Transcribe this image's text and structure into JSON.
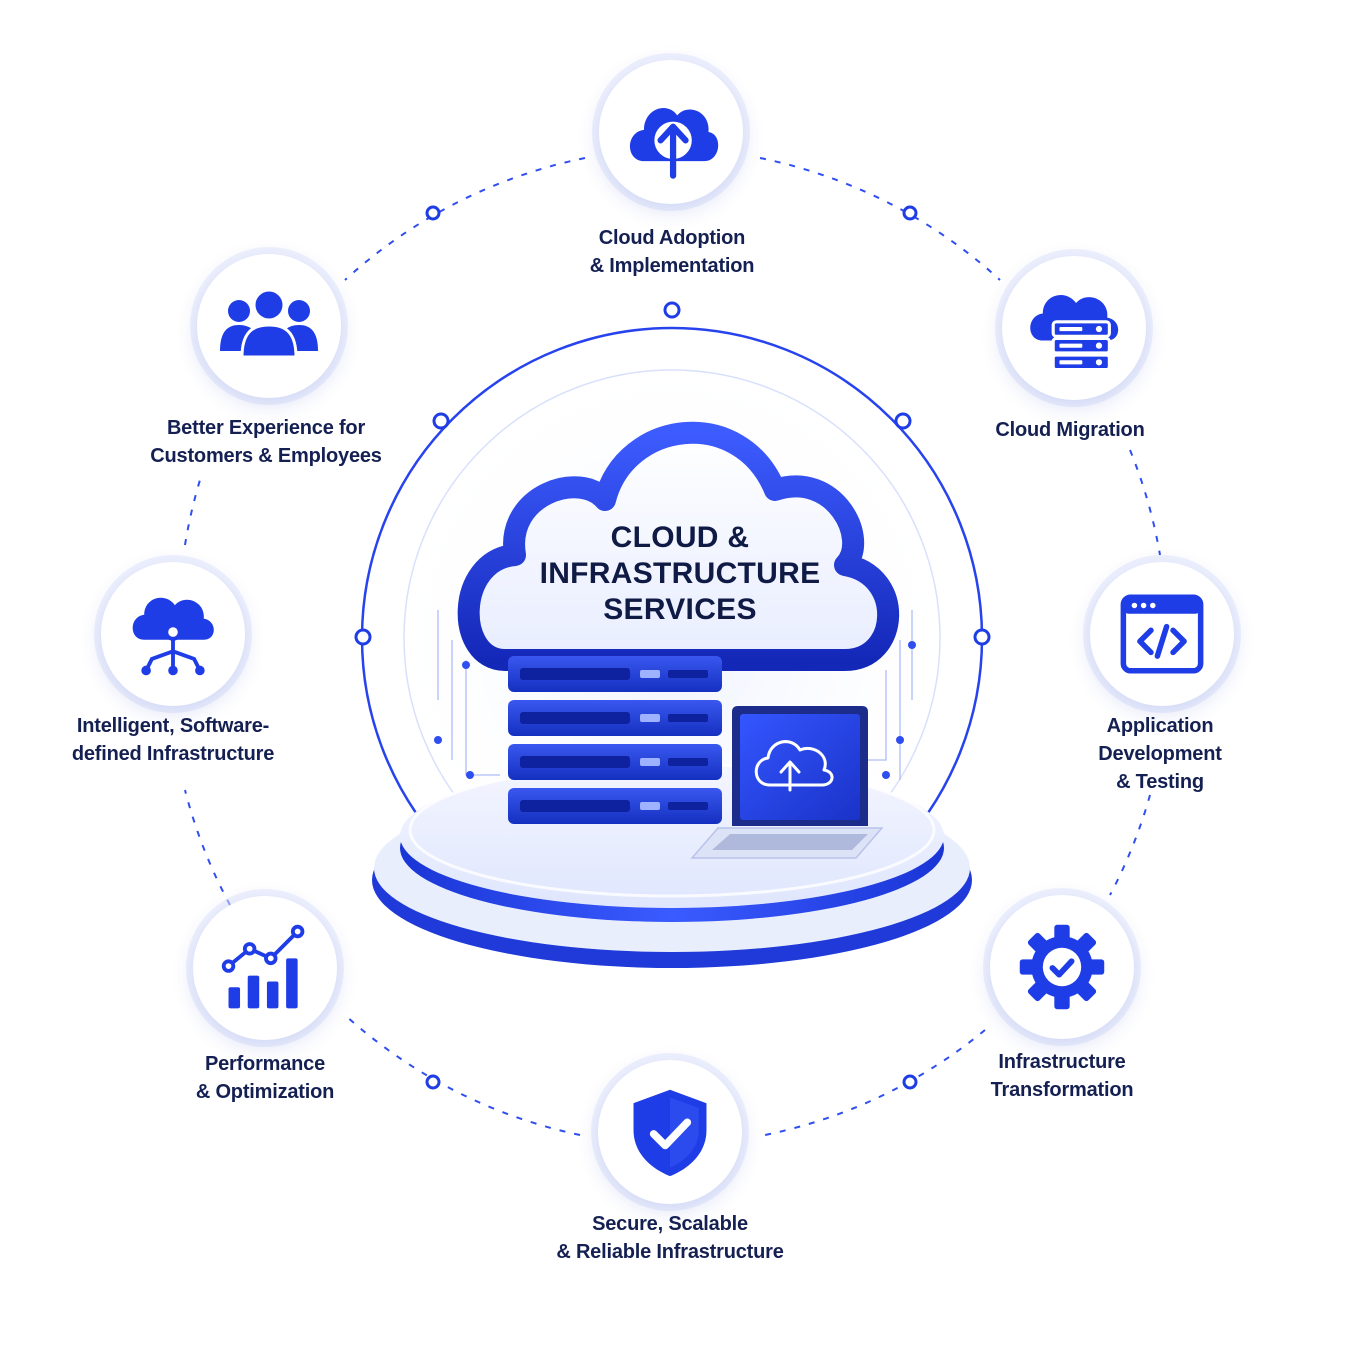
{
  "center": {
    "title_lines": [
      "CLOUD &",
      "INFRASTRUCTURE",
      "SERVICES"
    ]
  },
  "nodes": [
    {
      "id": "cloud-adoption",
      "label_lines": [
        "Cloud Adoption",
        "& Implementation"
      ],
      "icon": "cloud-upload-icon"
    },
    {
      "id": "cloud-migration",
      "label_lines": [
        "Cloud Migration"
      ],
      "icon": "cloud-server-icon"
    },
    {
      "id": "application-development",
      "label_lines": [
        "Application",
        "Development",
        "& Testing"
      ],
      "icon": "code-window-icon"
    },
    {
      "id": "infrastructure-transformation",
      "label_lines": [
        "Infrastructure",
        "Transformation"
      ],
      "icon": "gear-check-icon"
    },
    {
      "id": "secure-infrastructure",
      "label_lines": [
        "Secure, Scalable",
        "& Reliable Infrastructure"
      ],
      "icon": "shield-check-icon"
    },
    {
      "id": "performance-optimization",
      "label_lines": [
        "Performance",
        "& Optimization"
      ],
      "icon": "growth-chart-icon"
    },
    {
      "id": "intelligent-infrastructure",
      "label_lines": [
        "Intelligent, Software-",
        "defined Infrastructure"
      ],
      "icon": "cloud-network-icon"
    },
    {
      "id": "better-experience",
      "label_lines": [
        "Better Experience for",
        "Customers & Employees"
      ],
      "icon": "users-group-icon"
    }
  ],
  "colors": {
    "primary": "#1f3de6",
    "dark_blue": "#1230c8",
    "light_blue": "#e6ebfd",
    "text": "#152052"
  }
}
